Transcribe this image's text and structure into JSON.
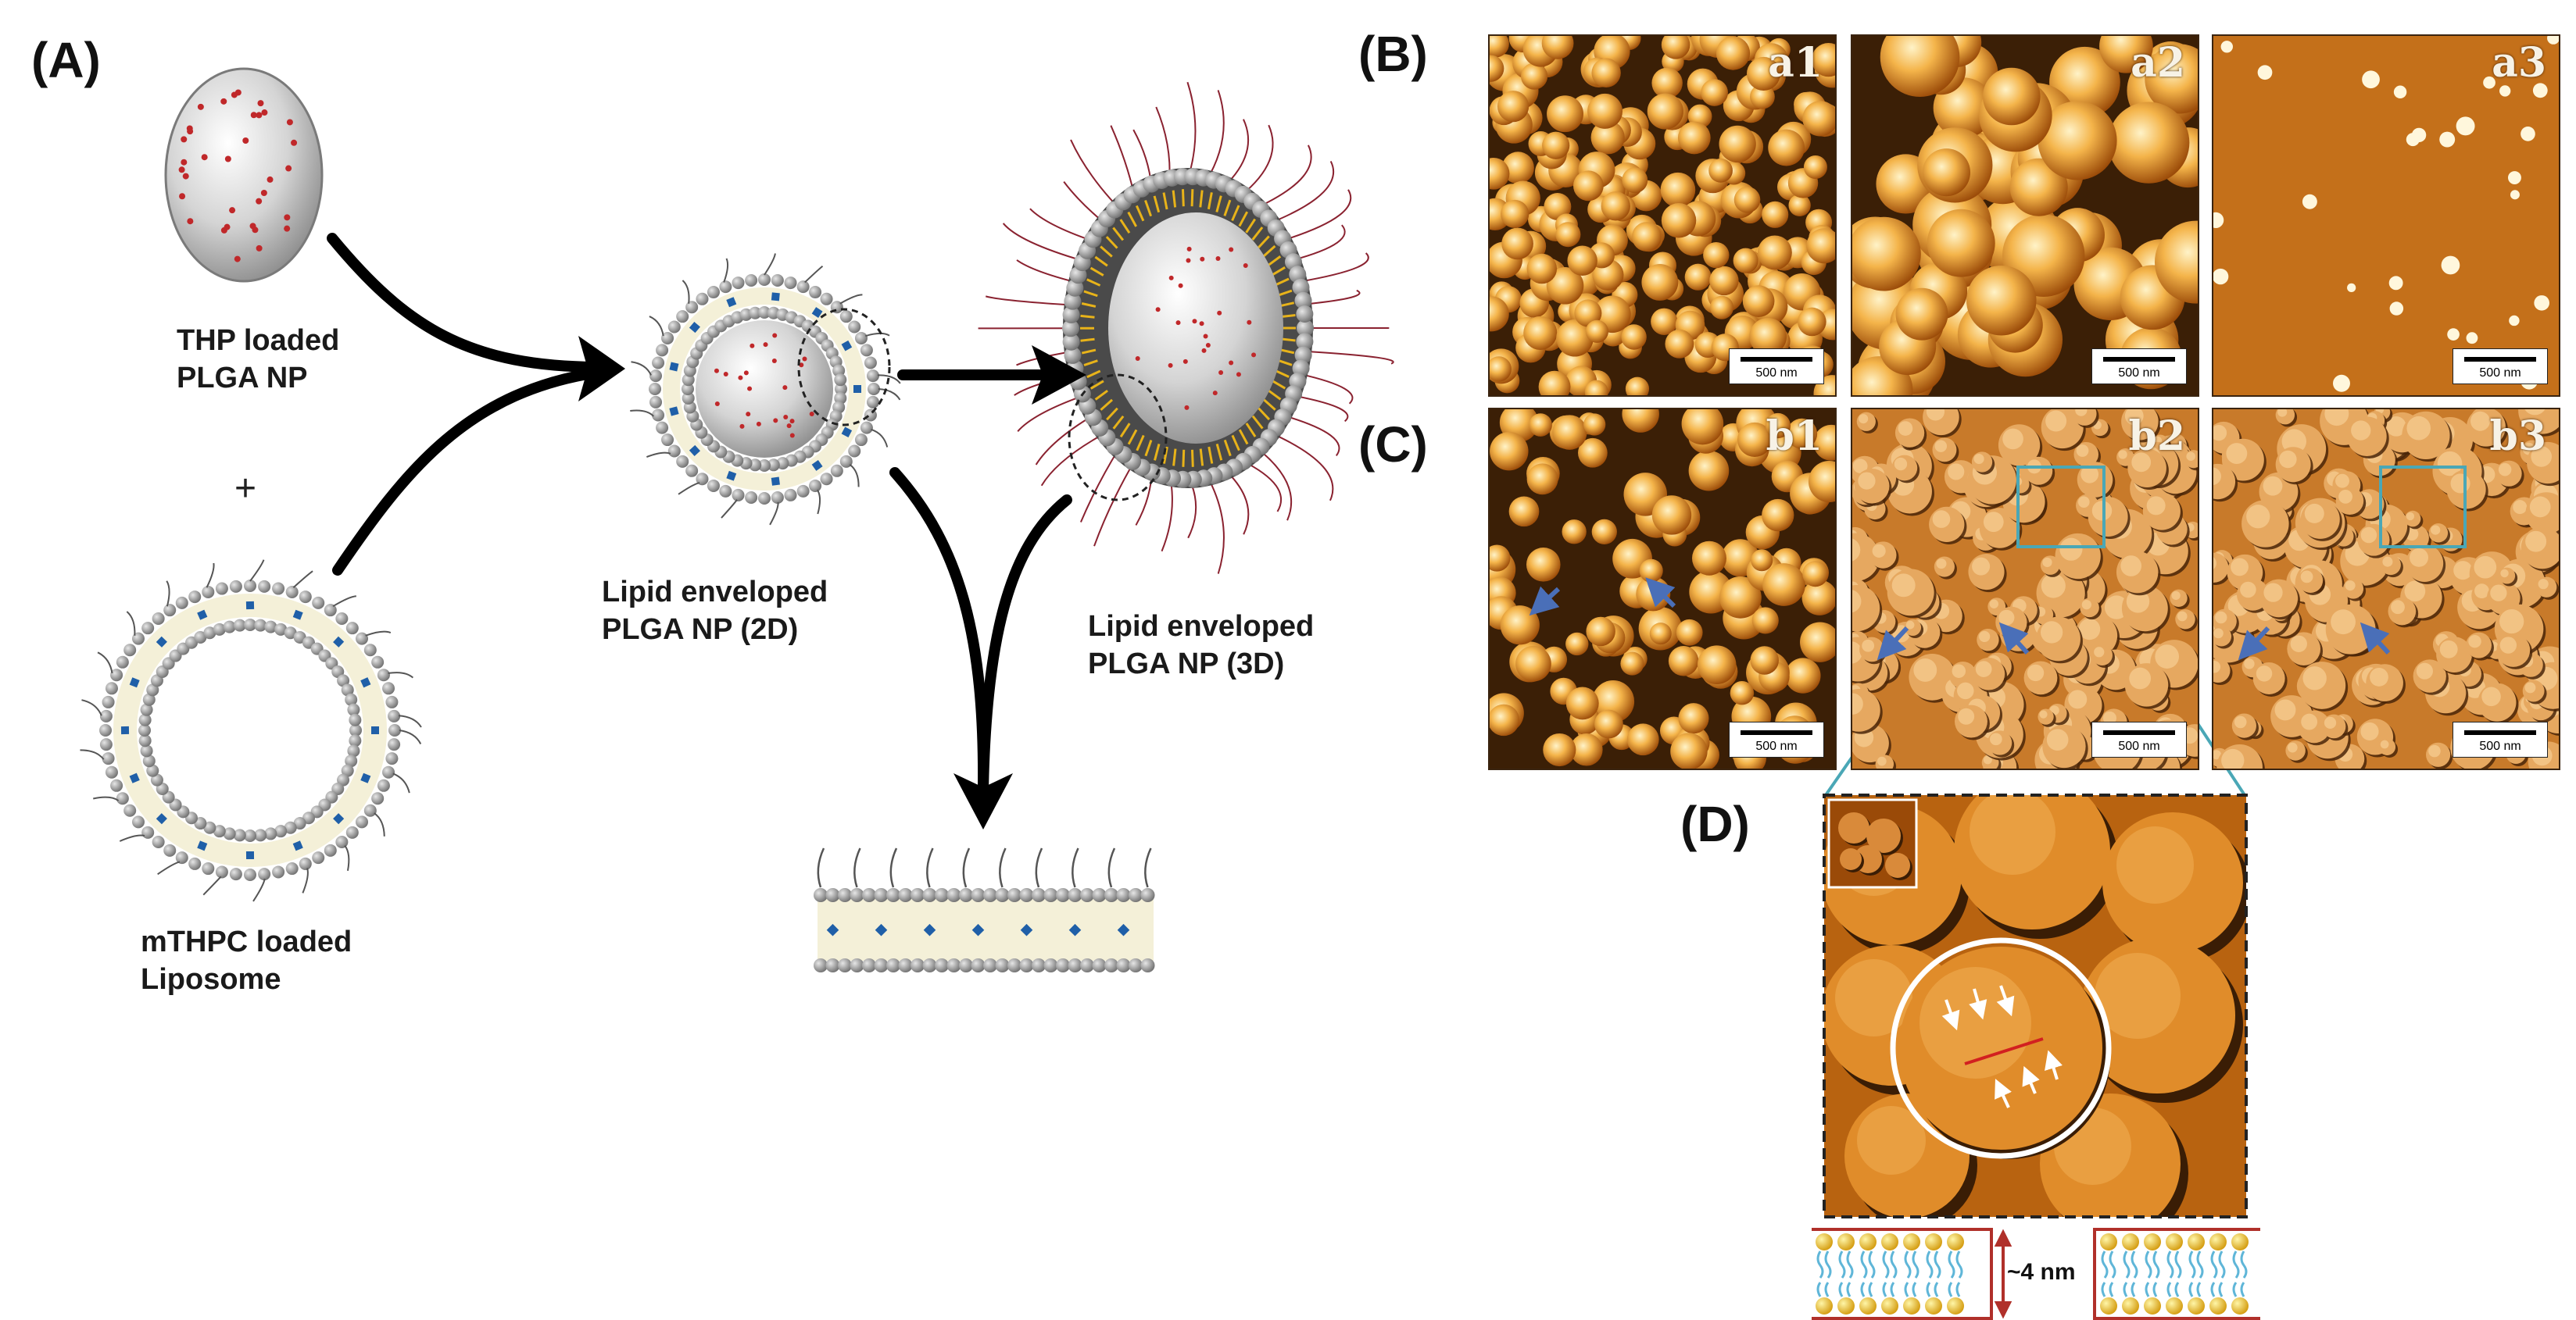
{
  "panels": {
    "a": "(A)",
    "b": "(B)",
    "c": "(C)",
    "d": "(D)"
  },
  "schematic": {
    "thp_caption": [
      "THP loaded",
      "PLGA NP"
    ],
    "plus": "+",
    "liposome_caption": [
      "mTHPC loaded",
      "Liposome"
    ],
    "np2d_caption": [
      "Lipid enveloped",
      "PLGA NP (2D)"
    ],
    "np3d_caption": [
      "Lipid enveloped",
      "PLGA NP (3D)"
    ]
  },
  "afm_row_b": [
    {
      "id": "a1",
      "scale": "500 nm"
    },
    {
      "id": "a2",
      "scale": "500 nm"
    },
    {
      "id": "a3",
      "scale": "500 nm"
    }
  ],
  "afm_row_c": [
    {
      "id": "b1",
      "scale": "500 nm"
    },
    {
      "id": "b2",
      "scale": "500 nm"
    },
    {
      "id": "b3",
      "scale": "500 nm"
    }
  ],
  "detail": {
    "thickness_label": "~4 nm"
  },
  "colors": {
    "afm_dark": "#3b1f06",
    "afm_mid": "#c8730f",
    "afm_light": "#fff3c8",
    "zoom_box": "#4aa7b6",
    "arrow_blue": "#4a6fb8",
    "drug_red": "#c0282a",
    "drug_blue": "#1f5fa8",
    "lipid_head": "#e8b319",
    "lipid_tail": "#5fb6d8",
    "bracket_red": "#b0302a"
  }
}
